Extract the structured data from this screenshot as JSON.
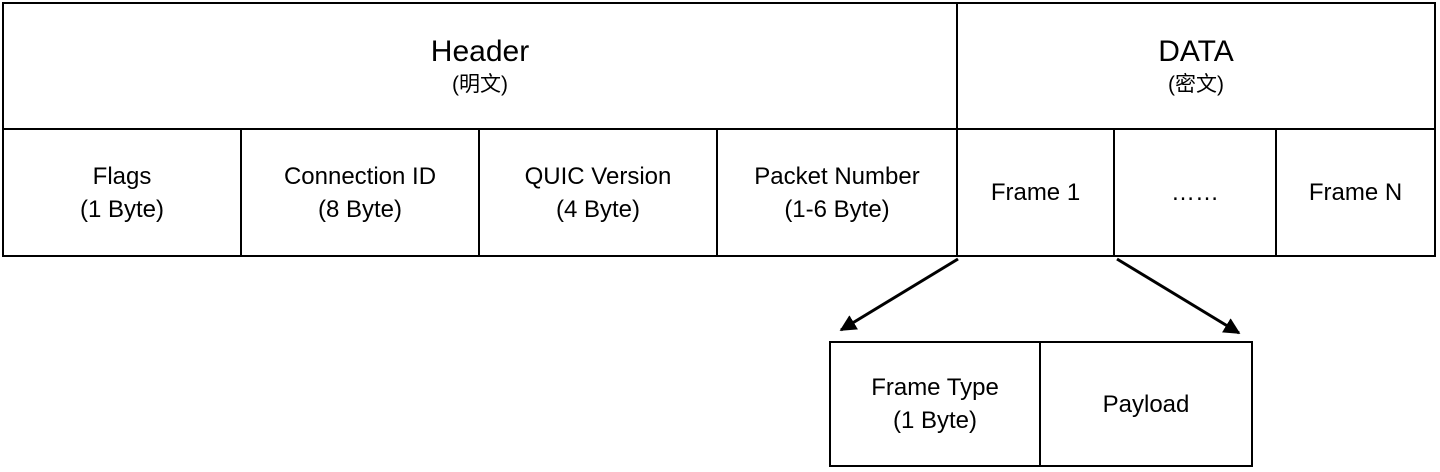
{
  "colors": {
    "border": "#000000",
    "bg": "#ffffff",
    "text": "#000000"
  },
  "packet": {
    "sections": [
      {
        "label": "Header",
        "sublabel": "(明文)"
      },
      {
        "label": "DATA",
        "sublabel": "(密文)"
      }
    ],
    "fields": [
      {
        "label": "Flags",
        "sublabel": "(1 Byte)"
      },
      {
        "label": "Connection ID",
        "sublabel": "(8 Byte)"
      },
      {
        "label": "QUIC Version",
        "sublabel": "(4 Byte)"
      },
      {
        "label": "Packet Number",
        "sublabel": "(1-6 Byte)"
      },
      {
        "label": "Frame 1",
        "sublabel": ""
      },
      {
        "label": "……",
        "sublabel": ""
      },
      {
        "label": "Frame N",
        "sublabel": ""
      }
    ],
    "frame_detail": [
      {
        "label": "Frame Type",
        "sublabel": "(1 Byte)"
      },
      {
        "label": "Payload",
        "sublabel": ""
      }
    ]
  }
}
